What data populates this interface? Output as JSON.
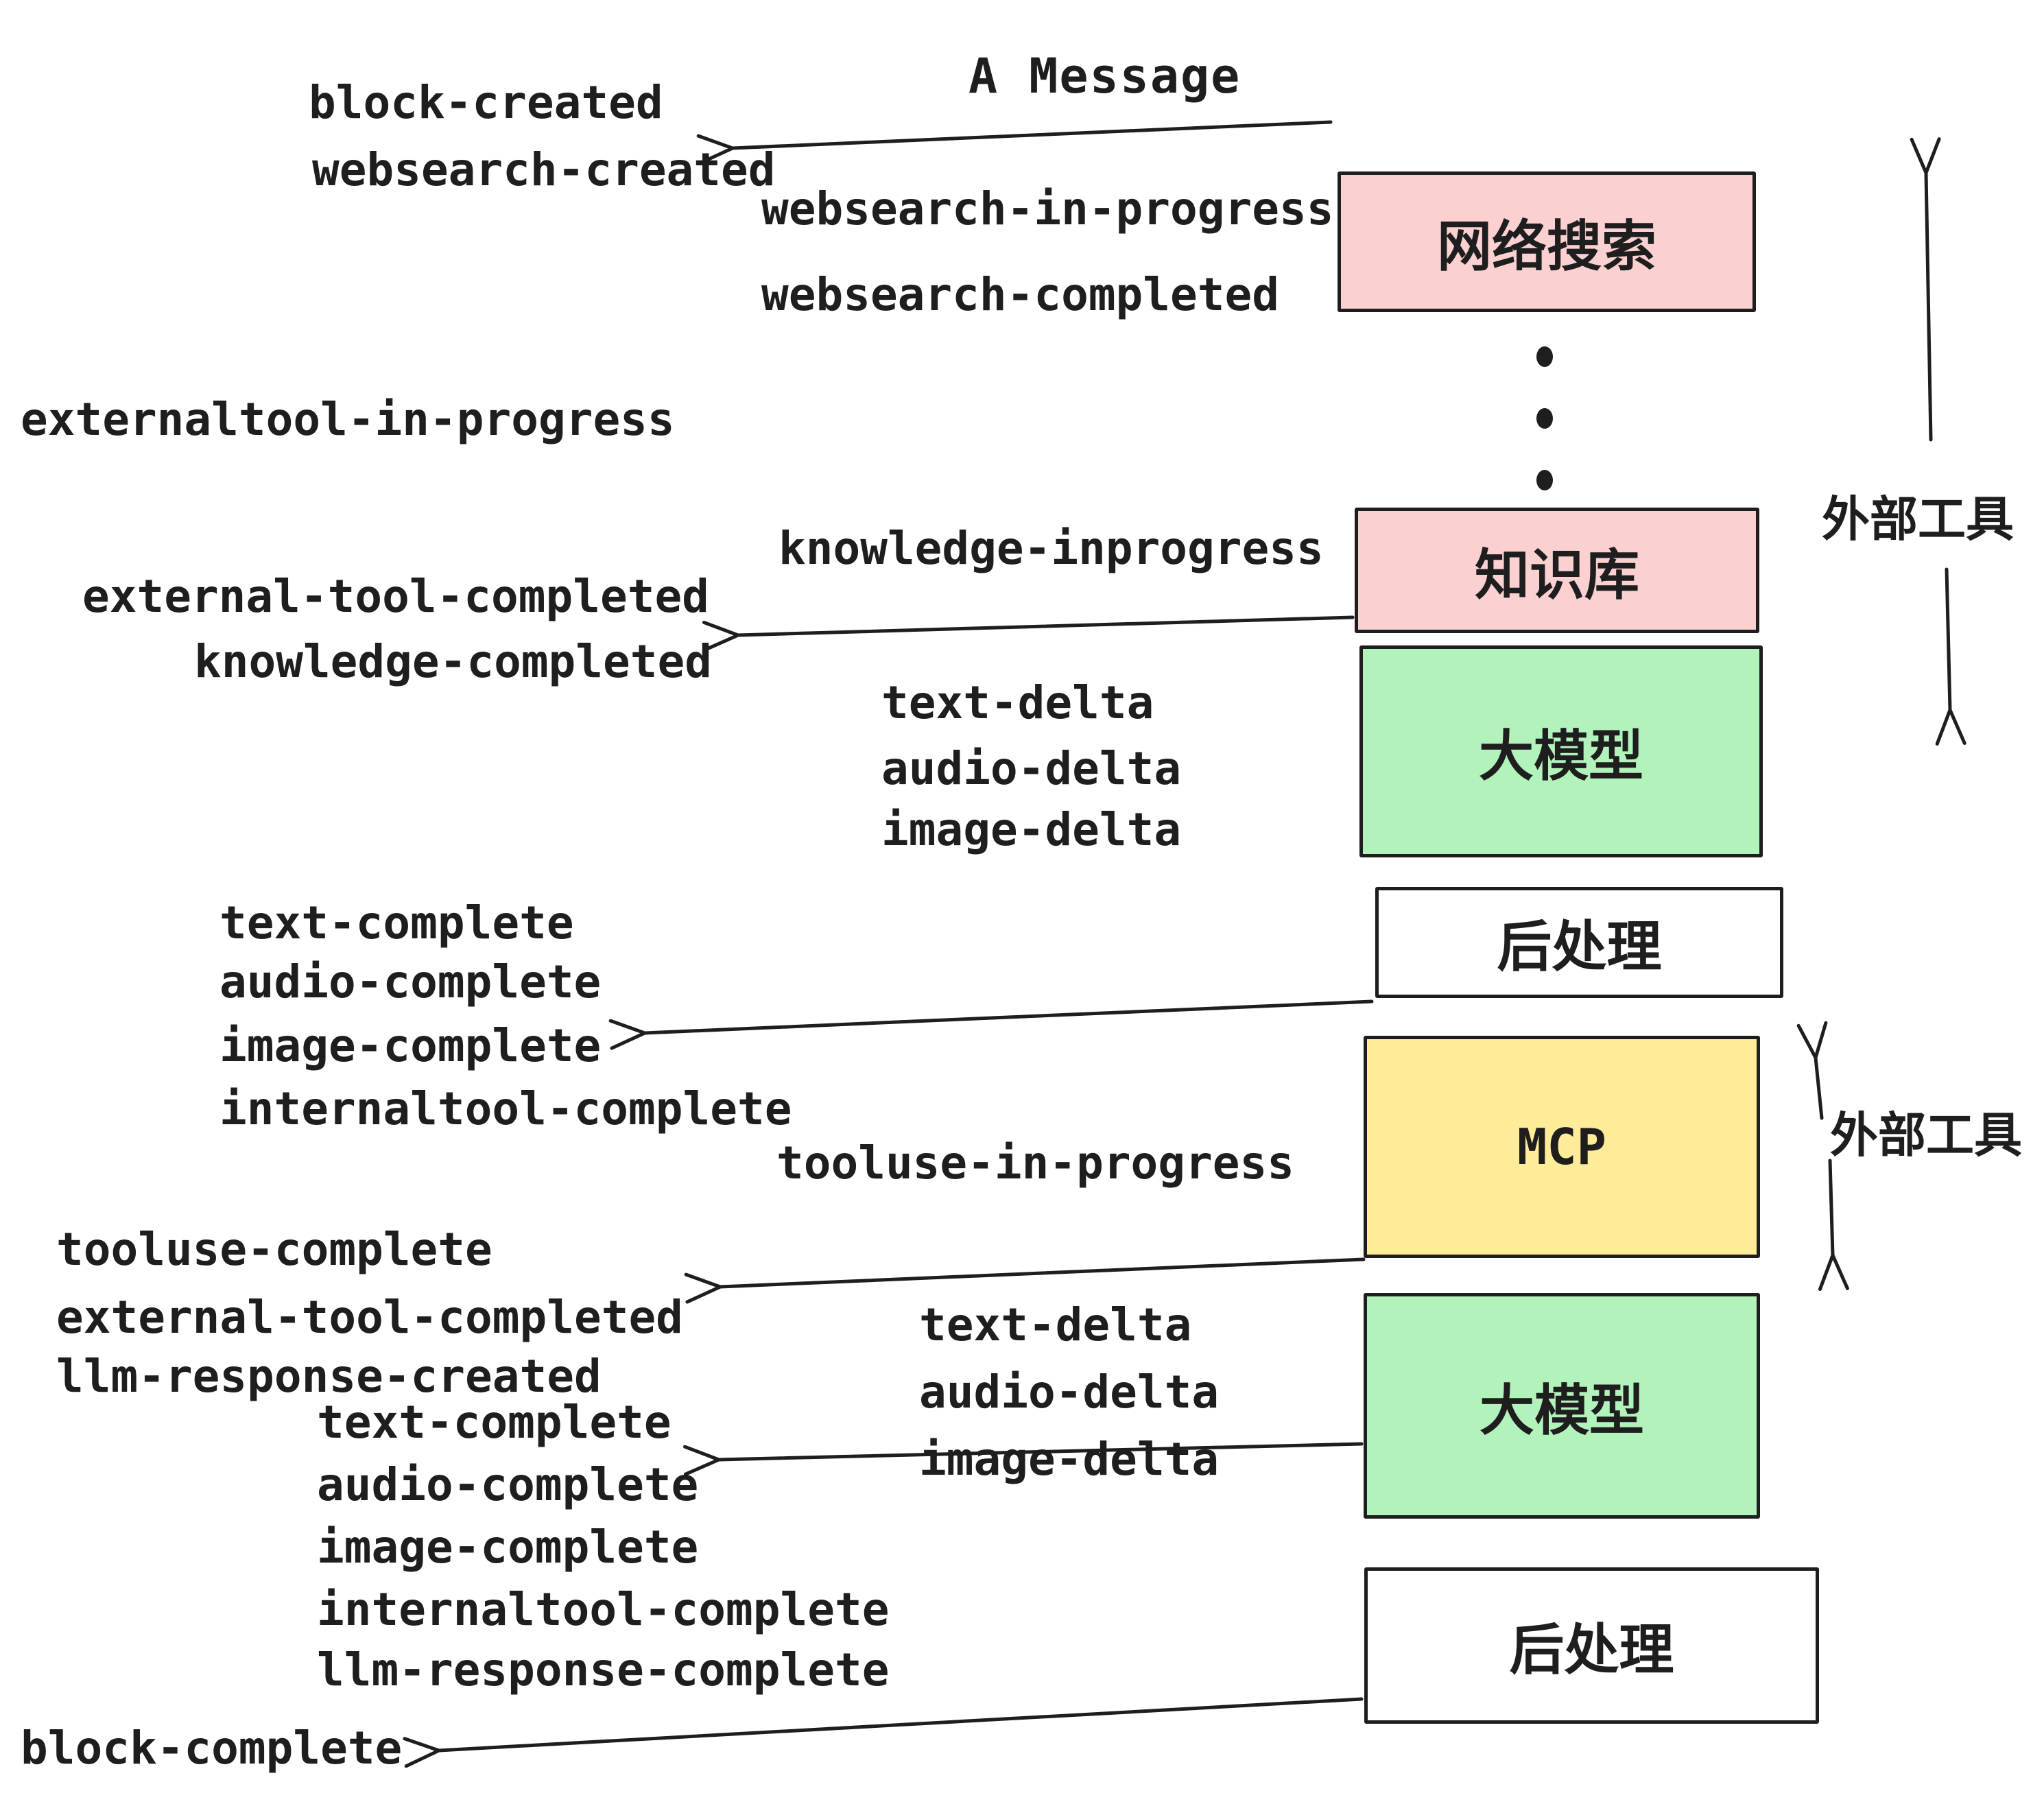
{
  "title": "A Message",
  "colors": {
    "box_pink": "#fbd0d0",
    "box_green": "#b2f2bb",
    "box_yellow": "#ffec99",
    "box_white": "#ffffff",
    "stroke_and_text": "#1e1e1e"
  },
  "boxes": [
    {
      "label": "网络搜索",
      "color": "pink"
    },
    {
      "label": "知识库",
      "color": "pink"
    },
    {
      "label": "大模型",
      "color": "green"
    },
    {
      "label": "后处理",
      "color": "white"
    },
    {
      "label": "MCP",
      "color": "yellow"
    },
    {
      "label": "大模型",
      "color": "green"
    },
    {
      "label": "后处理",
      "color": "white"
    }
  ],
  "side_labels": [
    {
      "text": "外部工具"
    },
    {
      "text": "外部工具"
    }
  ],
  "events": [
    {
      "text": "block-created"
    },
    {
      "text": "websearch-created"
    },
    {
      "text": "websearch-in-progress"
    },
    {
      "text": "websearch-completed"
    },
    {
      "text": "externaltool-in-progress"
    },
    {
      "text": "knowledge-inprogress"
    },
    {
      "text": "external-tool-completed"
    },
    {
      "text": "knowledge-completed"
    },
    {
      "text": "text-delta"
    },
    {
      "text": "audio-delta"
    },
    {
      "text": "image-delta"
    },
    {
      "text": "text-complete"
    },
    {
      "text": "audio-complete"
    },
    {
      "text": "image-complete"
    },
    {
      "text": "internaltool-complete"
    },
    {
      "text": "tooluse-in-progress"
    },
    {
      "text": "tooluse-complete"
    },
    {
      "text": "external-tool-completed"
    },
    {
      "text": "llm-response-created"
    },
    {
      "text": "text-complete"
    },
    {
      "text": "audio-complete"
    },
    {
      "text": "image-complete"
    },
    {
      "text": "internaltool-complete"
    },
    {
      "text": "llm-response-complete"
    },
    {
      "text": "block-complete"
    },
    {
      "text": "text-delta"
    },
    {
      "text": "audio-delta"
    },
    {
      "text": "image-delta"
    }
  ]
}
